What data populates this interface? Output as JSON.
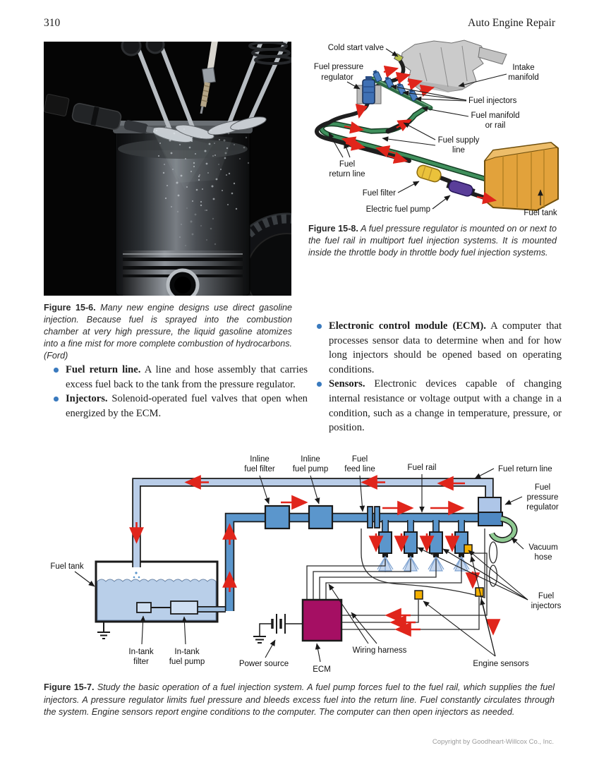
{
  "page": {
    "number": "310",
    "running_head": "Auto Engine Repair",
    "copyright": "Copyright by Goodheart-Willcox Co., Inc."
  },
  "colors": {
    "accent_red": "#e0251b",
    "pipe_blue": "#5b96cc",
    "return_line_blue": "#b9cde8",
    "ecm_magenta": "#a50f63",
    "sensor_yellow": "#f4b000",
    "vacuum_hose_green": "#8fca92",
    "fuel_tank_orange": "#e2a23b",
    "bullet_blue": "#3a7abe"
  },
  "figure_15_6": {
    "caption_label": "Figure 15-6.",
    "caption_text": "Many new engine designs use direct gasoline injection. Because fuel is sprayed into the combustion chamber at very high pressure, the liquid gasoline atomizes into a fine mist for more complete combustion of hydrocarbons. (Ford)"
  },
  "figure_15_8": {
    "caption_label": "Figure 15-8.",
    "caption_text": "A fuel pressure regulator is mounted on or next to the fuel rail in multiport fuel injection systems. It is mounted inside the throttle body in throttle body fuel injection systems.",
    "labels": {
      "cold_start_valve": "Cold start valve",
      "fuel_pressure_regulator": [
        "Fuel pressure",
        "regulator"
      ],
      "intake_manifold": [
        "Intake",
        "manifold"
      ],
      "fuel_injectors": "Fuel injectors",
      "fuel_manifold_or_rail": [
        "Fuel manifold",
        "or rail"
      ],
      "fuel_supply_line": [
        "Fuel supply",
        "line"
      ],
      "fuel_return_line": [
        "Fuel",
        "return line"
      ],
      "fuel_filter": "Fuel filter",
      "electric_fuel_pump": "Electric fuel pump",
      "fuel_tank": "Fuel tank"
    }
  },
  "definitions_left": [
    {
      "term": "Fuel return line.",
      "text": "A line and hose assembly that carries excess fuel back to the tank from the pressure regulator."
    },
    {
      "term": "Injectors.",
      "text": "Solenoid-operated fuel valves that open when energized by the ECM."
    }
  ],
  "definitions_right": [
    {
      "term": "Electronic control module (ECM).",
      "text": "A computer that processes sensor data to determine when and for how long injectors should be opened based on operating conditions."
    },
    {
      "term": "Sensors.",
      "text": "Electronic devices capable of changing internal resistance or voltage output with a change in a condition, such as a change in temperature, pressure, or position."
    }
  ],
  "figure_15_7": {
    "caption_label": "Figure 15-7.",
    "caption_text": "Study the basic operation of a fuel injection system. A fuel pump forces fuel to the fuel rail, which supplies the fuel injectors. A pressure regulator limits fuel pressure and bleeds excess fuel into the return line. Fuel constantly circulates through the system. Engine sensors report engine conditions to the computer. The computer can then open injectors as needed.",
    "labels": {
      "inline_fuel_filter": [
        "Inline",
        "fuel filter"
      ],
      "inline_fuel_pump": [
        "Inline",
        "fuel pump"
      ],
      "fuel_feed_line": [
        "Fuel",
        "feed line"
      ],
      "fuel_rail": "Fuel rail",
      "fuel_return_line": "Fuel return line",
      "fuel_pressure_regulator": [
        "Fuel",
        "pressure",
        "regulator"
      ],
      "vacuum_hose": [
        "Vacuum",
        "hose"
      ],
      "fuel_injectors": [
        "Fuel",
        "injectors"
      ],
      "fuel_tank": "Fuel tank",
      "in_tank_filter": [
        "In-tank",
        "filter"
      ],
      "in_tank_fuel_pump": [
        "In-tank",
        "fuel pump"
      ],
      "power_source": "Power source",
      "ecm": "ECM",
      "wiring_harness": "Wiring harness",
      "engine_sensors": "Engine sensors"
    }
  }
}
